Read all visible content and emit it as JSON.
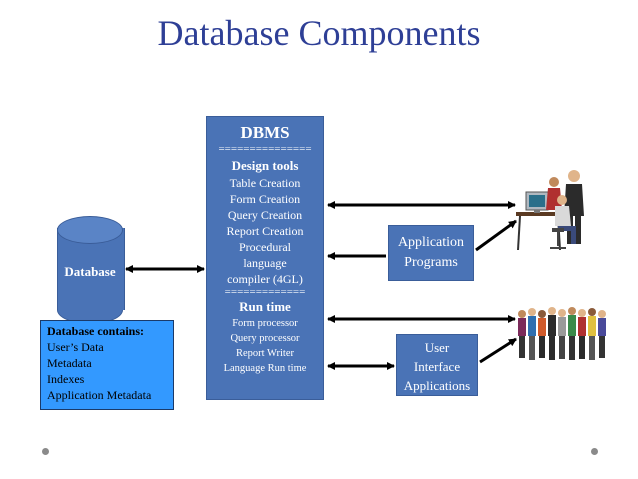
{
  "title": "Database Components",
  "dbms": {
    "heading": "DBMS",
    "separator_1": "===============",
    "design_tools_heading": "Design tools",
    "design_tools": [
      "Table Creation",
      "Form Creation",
      "Query Creation",
      "Report Creation",
      "Procedural",
      "language",
      "compiler (4GL)"
    ],
    "separator_2": "=============",
    "runtime_heading": "Run time",
    "runtime_items": [
      "Form processor",
      "Query processor",
      "Report Writer",
      "Language Run time"
    ]
  },
  "database": {
    "label": "Database"
  },
  "database_contains": {
    "heading": "Database contains:",
    "items": [
      "User’s Data",
      "Metadata",
      "Indexes",
      "Application Metadata"
    ]
  },
  "application_programs": {
    "line1": "Application",
    "line2": "Programs"
  },
  "user_interface": {
    "line1": "User",
    "line2": "Interface",
    "line3": "Applications"
  },
  "colors": {
    "title": "#2e3f96",
    "box_fill": "#4a73b6",
    "contains_fill": "#3399ff",
    "arrow": "#000000"
  },
  "icons": [
    "office-workers-icon",
    "crowd-of-people-icon"
  ]
}
